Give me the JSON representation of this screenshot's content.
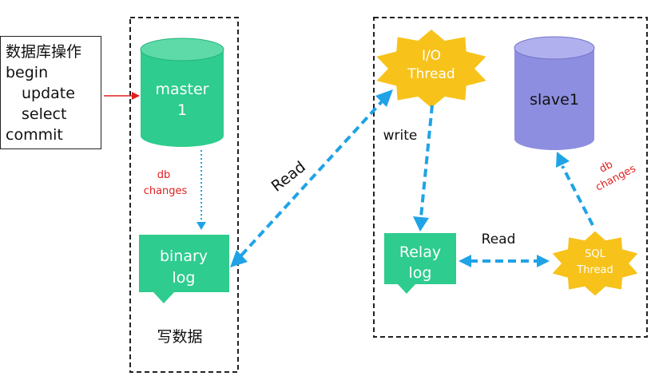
{
  "operations": {
    "title": "数据库操作",
    "lines": [
      "begin",
      "update",
      "select",
      "commit"
    ]
  },
  "master": {
    "db_line1": "master",
    "db_line2": "1",
    "db_changes_line1": "db",
    "db_changes_line2": "changes",
    "binlog_line1": "binary",
    "binlog_line2": "log",
    "write_data": "写数据"
  },
  "replication": {
    "read_label": "Read"
  },
  "slave": {
    "io_line1": "I/O",
    "io_line2": "Thread",
    "write_label": "write",
    "relay_line1": "Relay",
    "relay_line2": "log",
    "read_label": "Read",
    "sql_line1": "SQL",
    "sql_line2": "Thread",
    "db_name": "slave1",
    "db_changes_line1": "db",
    "db_changes_line2": "changes"
  },
  "colors": {
    "master_green": "#2ecc8e",
    "arrow_blue": "#1fa3e6",
    "thread_yellow": "#f7c21a",
    "slave_purple": "#8e8ee0",
    "note_red": "#e02020",
    "border_dark": "#222222"
  }
}
